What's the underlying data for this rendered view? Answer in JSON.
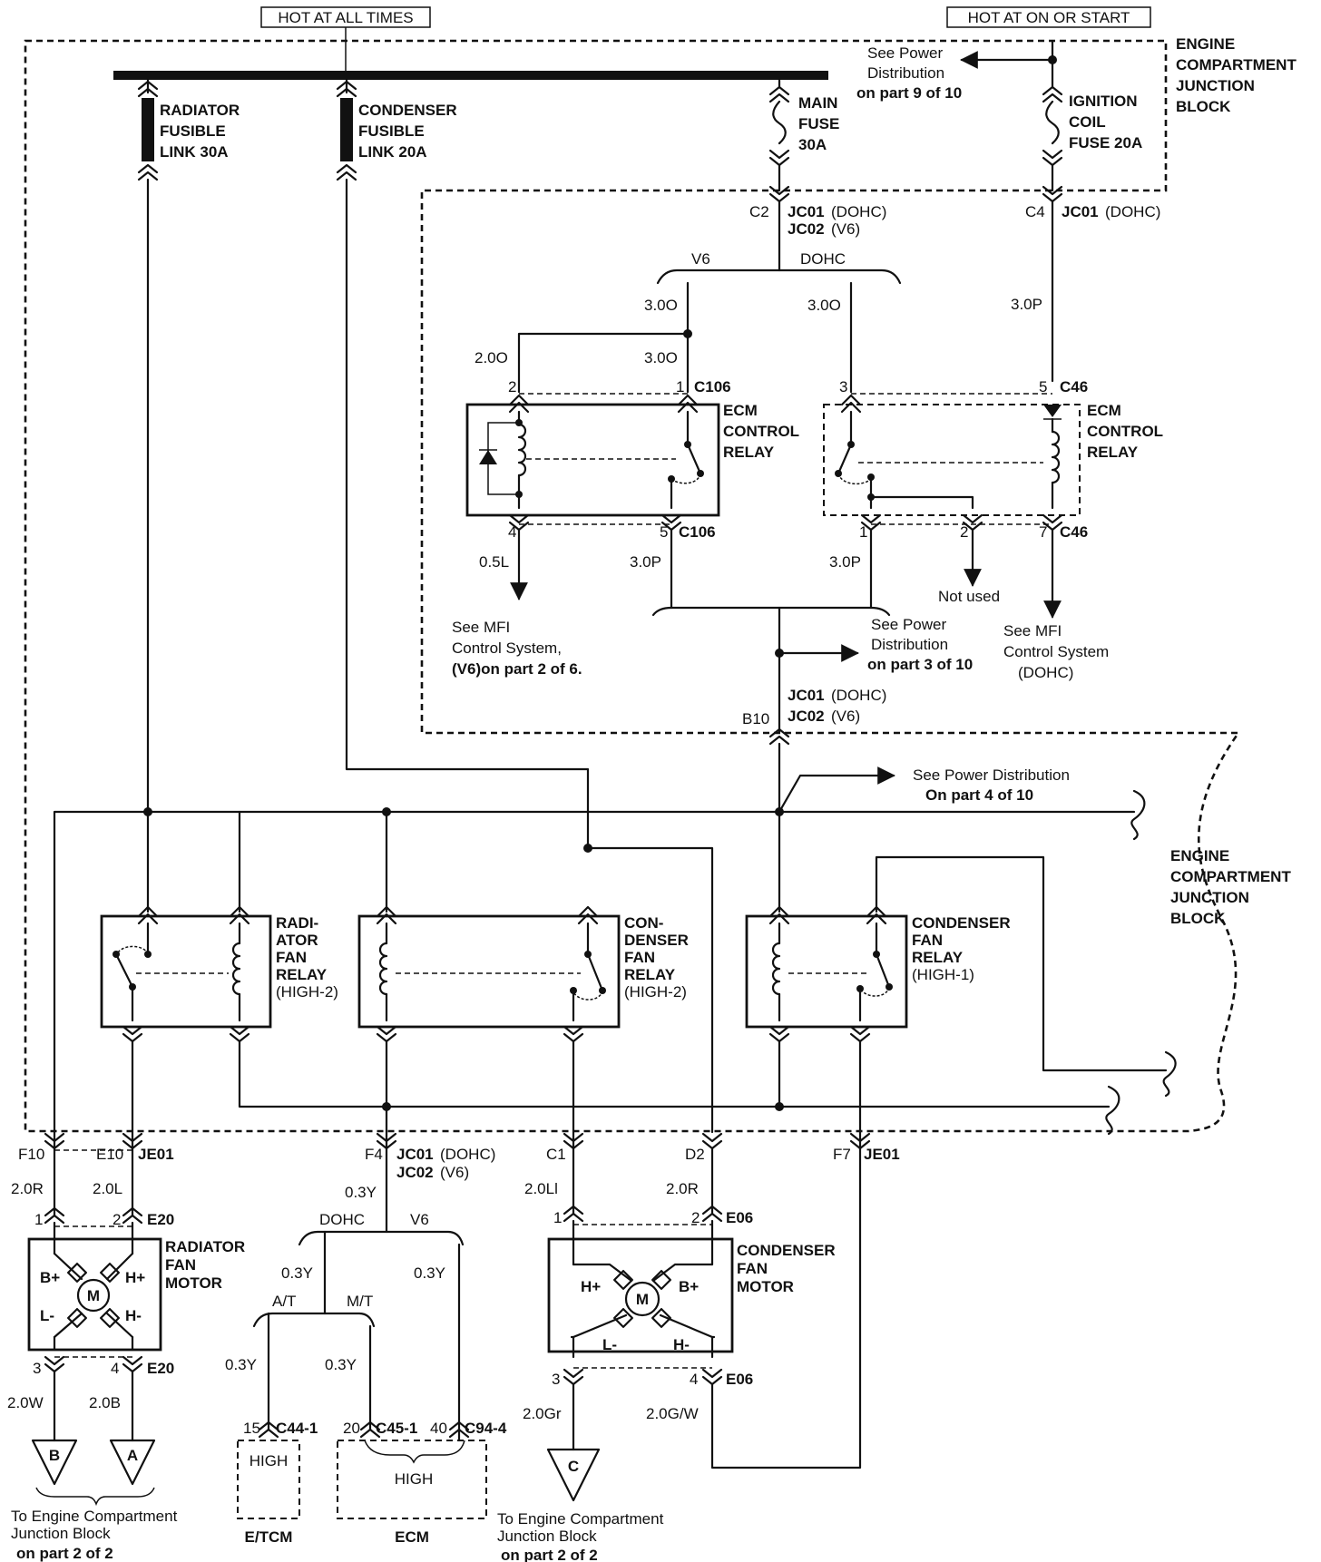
{
  "header": {
    "hot_all_times": "HOT AT ALL TIMES",
    "hot_on_start": "HOT AT ON OR START"
  },
  "junction_block": {
    "top": [
      "ENGINE",
      "COMPARTMENT",
      "JUNCTION",
      "BLOCK"
    ],
    "mid": [
      "ENGINE",
      "COMPARTMENT",
      "JUNCTION",
      "BLOCK"
    ]
  },
  "fuses": {
    "radiator": [
      "RADIATOR",
      "FUSIBLE",
      "LINK 30A"
    ],
    "condenser": [
      "CONDENSER",
      "FUSIBLE",
      "LINK 20A"
    ],
    "main": [
      "MAIN",
      "FUSE",
      "30A"
    ],
    "ignition": [
      "IGNITION",
      "COIL",
      "FUSE 20A"
    ]
  },
  "refs": {
    "pd9": [
      "See Power",
      "Distribution",
      "on part 9 of 10"
    ],
    "pd3": [
      "See Power",
      "Distribution",
      "on part 3 of 10"
    ],
    "pd4": [
      "See Power Distribution",
      "On part 4 of 10"
    ],
    "mfi_v6": [
      "See MFI",
      "Control System,",
      "(V6)on part 2 of 6."
    ],
    "mfi_dohc": [
      "See MFI",
      "Control System",
      "(DOHC)"
    ],
    "not_used": "Not used"
  },
  "connectors": {
    "c2": "C2",
    "c4": "C4",
    "jc01_dohc": "JC01",
    "dohc_suffix": "(DOHC)",
    "jc02": "JC02",
    "v6_suffix": "(V6)",
    "c106": "C106",
    "c46": "C46",
    "b10": "B10",
    "f10": "F10",
    "e10": "E10",
    "je01": "JE01",
    "f4": "F4",
    "c1": "C1",
    "d2": "D2",
    "f7": "F7",
    "e20": "E20",
    "e06": "E06",
    "c44": "C44-1",
    "c45": "C45-1",
    "c94": "C94-4"
  },
  "pins": {
    "p1": "1",
    "p2": "2",
    "p3": "3",
    "p4": "4",
    "p5": "5",
    "p7": "7",
    "p15": "15",
    "p20": "20",
    "p40": "40"
  },
  "wires": {
    "w30o": "3.0O",
    "w20o": "2.0O",
    "w30p": "3.0P",
    "w05l": "0.5L",
    "w20r": "2.0R",
    "w20l": "2.0L",
    "w03y": "0.3Y",
    "w20li": "2.0Ll",
    "w20w": "2.0W",
    "w20b": "2.0B",
    "w20gr": "2.0Gr",
    "w20gw": "2.0G/W"
  },
  "branches": {
    "v6": "V6",
    "dohc": "DOHC",
    "at": "A/T",
    "mt": "M/T"
  },
  "relays": {
    "ecm1": [
      "ECM",
      "CONTROL",
      "RELAY"
    ],
    "ecm2": [
      "ECM",
      "CONTROL",
      "RELAY"
    ],
    "rad_fan": [
      "RADI-",
      "ATOR",
      "FAN",
      "RELAY",
      "(HIGH-2)"
    ],
    "cond_fan2": [
      "CON-",
      "DENSER",
      "FAN",
      "RELAY",
      "(HIGH-2)"
    ],
    "cond_fan1": [
      "CONDENSER",
      "FAN",
      "RELAY",
      "(HIGH-1)"
    ]
  },
  "motors": {
    "radiator": [
      "RADIATOR",
      "FAN",
      "MOTOR"
    ],
    "condenser": [
      "CONDENSER",
      "FAN",
      "MOTOR"
    ],
    "m": "M",
    "bplus": "B+",
    "hplus": "H+",
    "lminus": "L-",
    "hminus": "H-"
  },
  "modules": {
    "high": "HIGH",
    "etcm": "E/TCM",
    "ecm": "ECM"
  },
  "grounds": {
    "a": "A",
    "b": "B",
    "c": "C"
  },
  "footer": {
    "left": [
      "To Engine Compartment",
      "Junction Block",
      "on part 2 of 2"
    ],
    "right": [
      "To Engine Compartment",
      "Junction Block",
      "on part 2 of 2"
    ]
  },
  "colors": {
    "ink": "#111111",
    "paper": "#ffffff"
  }
}
